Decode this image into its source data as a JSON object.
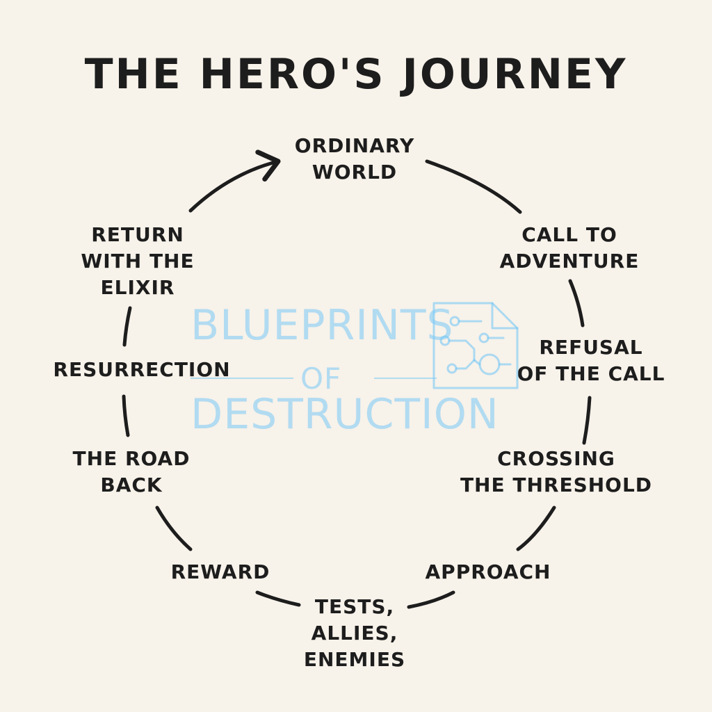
{
  "title": "THE HERO'S JOURNEY",
  "stages": [
    {
      "id": "ordinary-world",
      "lines": [
        "ORDINARY",
        "WORLD"
      ]
    },
    {
      "id": "call-to-adventure",
      "lines": [
        "CALL TO",
        "ADVENTURE"
      ]
    },
    {
      "id": "refusal-of-the-call",
      "lines": [
        "REFUSAL",
        "OF THE CALL"
      ]
    },
    {
      "id": "crossing-the-threshold",
      "lines": [
        "CROSSING",
        "THE THRESHOLD"
      ]
    },
    {
      "id": "approach",
      "lines": [
        "APPROACH"
      ]
    },
    {
      "id": "tests-allies-enemies",
      "lines": [
        "TESTS,",
        "ALLIES,",
        "ENEMIES"
      ]
    },
    {
      "id": "reward",
      "lines": [
        "REWARD"
      ]
    },
    {
      "id": "the-road-back",
      "lines": [
        "THE ROAD",
        "BACK"
      ]
    },
    {
      "id": "resurrection",
      "lines": [
        "RESURRECTION"
      ]
    },
    {
      "id": "return-with-the-elixir",
      "lines": [
        "RETURN",
        "WITH THE",
        "ELIXIR"
      ]
    }
  ],
  "watermark": {
    "line1": "BLUEPRINTS",
    "line2": "OF",
    "line3": "DESTRUCTION",
    "icon": "circuit-document-icon"
  },
  "colors": {
    "background": "#f7f2ea",
    "ink": "#1d1d1d",
    "watermark": "#78c8f5"
  }
}
